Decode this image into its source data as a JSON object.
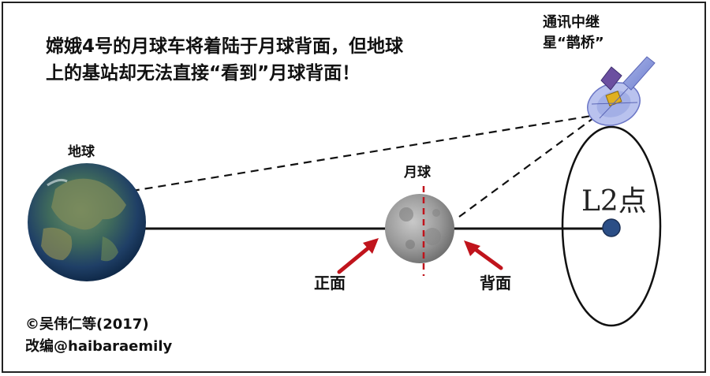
{
  "headline": {
    "line1": "嫦娥4号的月球车将着陆于月球背面，但地球",
    "line2": "上的基站却无法直接“看到”月球背面！"
  },
  "labels": {
    "earth": "地球",
    "moon": "月球",
    "satellite_line1": "通讯中继",
    "satellite_line2": "星“鹊桥”",
    "l2_point": "L2点",
    "near_side": "正面",
    "far_side": "背面"
  },
  "credit": {
    "line1": "©吴伟仁等(2017)",
    "line2": "改编@haibaraemily"
  },
  "colors": {
    "red_arrow": "#c0141c",
    "l2_dot": "#2b4e86",
    "line": "#111111"
  }
}
